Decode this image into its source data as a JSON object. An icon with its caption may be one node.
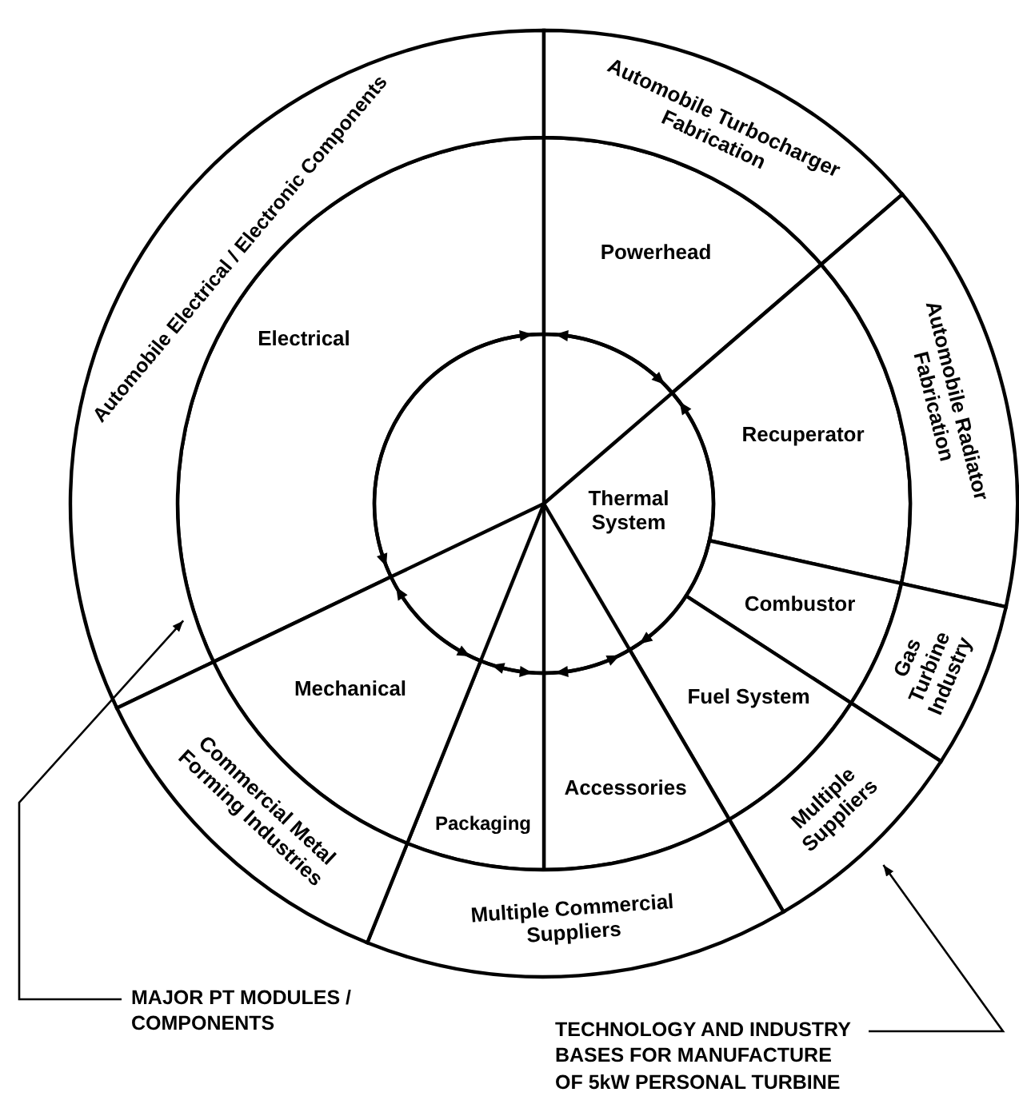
{
  "diagram": {
    "nodes": [
      {
        "text": [
          "Thermal System"
        ]
      },
      {
        "text": [
          "Electrical"
        ]
      },
      {
        "text": [
          "Powerhead"
        ]
      },
      {
        "text": [
          "Recuperator"
        ]
      },
      {
        "text": [
          "Combustor"
        ]
      },
      {
        "text": [
          "Fuel System"
        ]
      },
      {
        "text": [
          "Accessories"
        ]
      },
      {
        "text": [
          "Packaging"
        ]
      },
      {
        "text": [
          "Mechanical"
        ]
      },
      {
        "text": [
          "Automobile Electrical / Electronic Components"
        ]
      },
      {
        "text": [
          "Automobile Turbocharger Fabrication"
        ]
      },
      {
        "text": [
          "Automobile Radiator Fabrication"
        ]
      },
      {
        "text": [
          "Gas Turbine Industry"
        ]
      },
      {
        "text": [
          "Multiple Suppliers"
        ]
      },
      {
        "text": [
          "Multiple Commercial Suppliers"
        ]
      },
      {
        "text": [
          "Commercial Metal Forming Industries"
        ]
      },
      {
        "text": [
          "MAJOR PT MODULES / COMPONENTS"
        ]
      },
      {
        "text": [
          "TECHNOLOGY AND INDUSTRY BASES FOR MANUFACTURE OF 5kW PERSONAL TURBINE"
        ]
      }
    ],
    "edges": [
      {
        "from": 16,
        "to": 1,
        "arrow": "to"
      },
      {
        "from": 17,
        "to": 13,
        "arrow": "to"
      }
    ]
  }
}
